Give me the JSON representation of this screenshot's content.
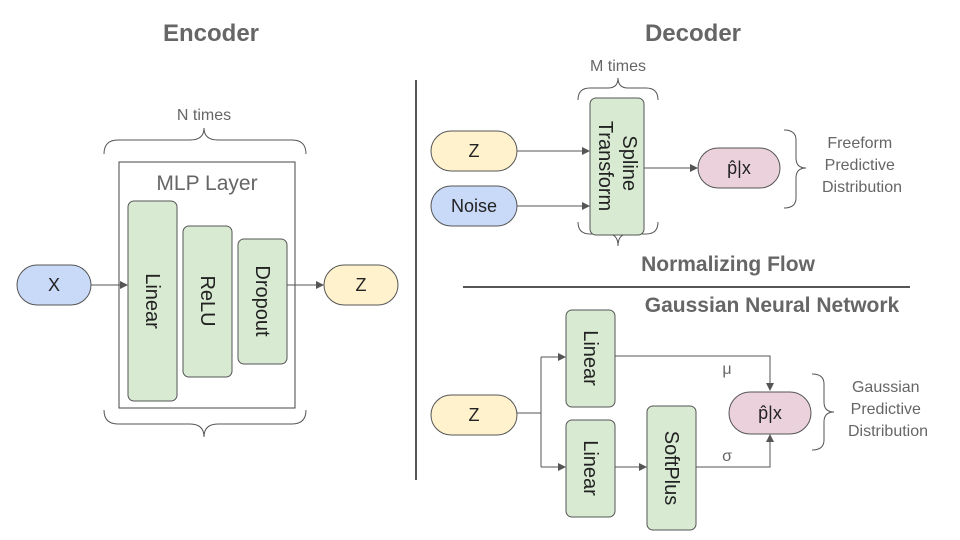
{
  "encoder": {
    "title": "Encoder",
    "repeat_label": "N times",
    "mlp_label": "MLP Layer",
    "input": "X",
    "output": "Z",
    "layers": [
      "Linear",
      "ReLU",
      "Dropout"
    ]
  },
  "decoder": {
    "title": "Decoder",
    "flow": {
      "repeat_label": "M times",
      "inputs": [
        "Z",
        "Noise"
      ],
      "transform": "Spline Transform",
      "transform_lines": [
        "Spline",
        "Transform"
      ],
      "output": "p̂|x",
      "dist_lines": [
        "Freeform",
        "Predictive",
        "Distribution"
      ],
      "caption": "Normalizing Flow"
    },
    "gnn": {
      "caption": "Gaussian Neural Network",
      "input": "Z",
      "linear_top": "Linear",
      "linear_bottom": "Linear",
      "softplus": "SoftPlus",
      "mu": "μ",
      "sigma": "σ",
      "output": "p̂|x",
      "dist_lines": [
        "Gaussian",
        "Predictive",
        "Distribution"
      ]
    }
  },
  "colors": {
    "layer_green": "#d9ead3",
    "latent_yellow": "#fff2cc",
    "input_blue": "#c9daf8",
    "output_pink": "#ead1dc"
  }
}
